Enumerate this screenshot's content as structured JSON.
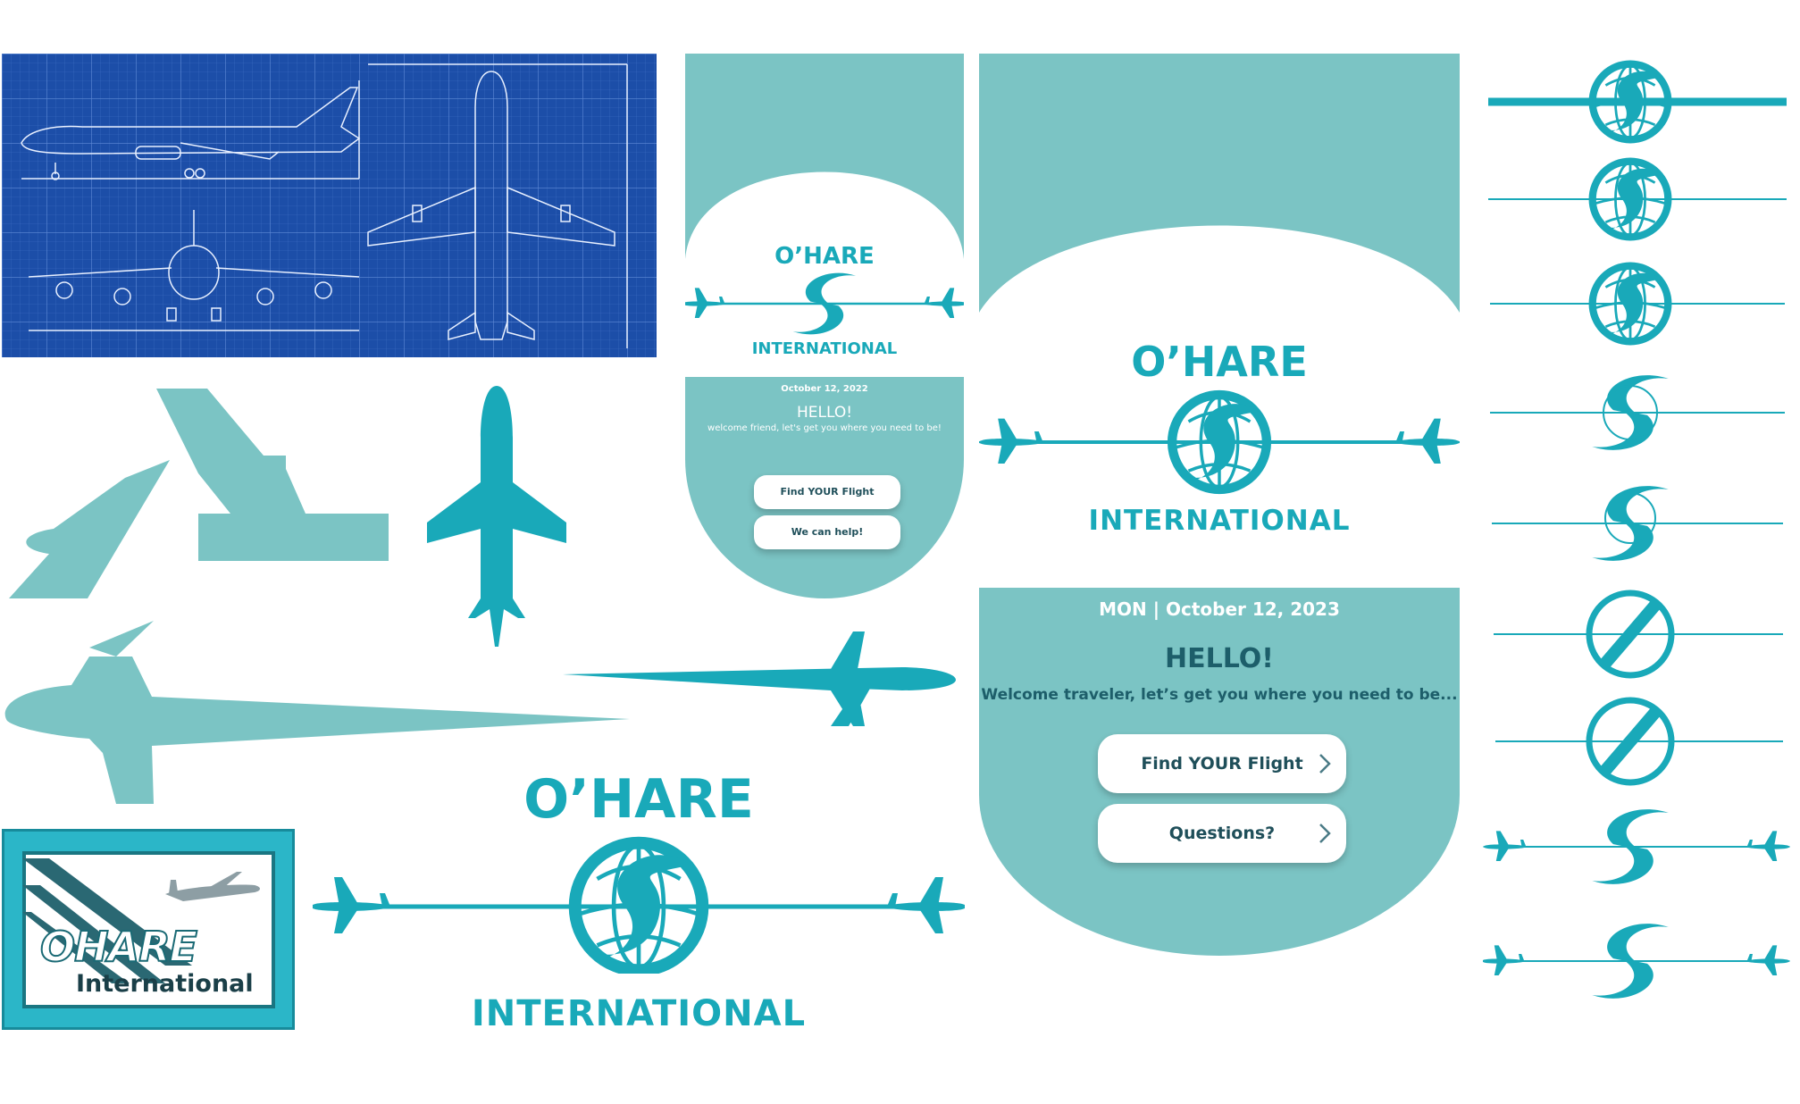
{
  "colors": {
    "teal": "#19a9b9",
    "light_teal": "#7bc4c4",
    "blueprint": "#1c4ea8",
    "dark_teal_text": "#1d5e6a",
    "white": "#ffffff"
  },
  "logo": {
    "top_text": "O’HARE",
    "bottom_text": "INTERNATIONAL"
  },
  "old_logo": {
    "line1": "OHARE",
    "line2": "International"
  },
  "mobile_small": {
    "date": "October 12, 2022",
    "greeting": "HELLO!",
    "subtitle": "welcome friend, let's get you where you need to be!",
    "button1": "Find YOUR Flight",
    "button2": "We can help!"
  },
  "mobile_large": {
    "date": "MON | October 12, 2023",
    "greeting": "HELLO!",
    "subtitle": "Welcome traveler, let’s get you where you need to be...",
    "button1": "Find YOUR Flight",
    "button2": "Questions?"
  },
  "icons": [
    "blueprint-image",
    "airplane-silhouette-icon",
    "globe-logo-icon",
    "chevron-right-icon"
  ]
}
